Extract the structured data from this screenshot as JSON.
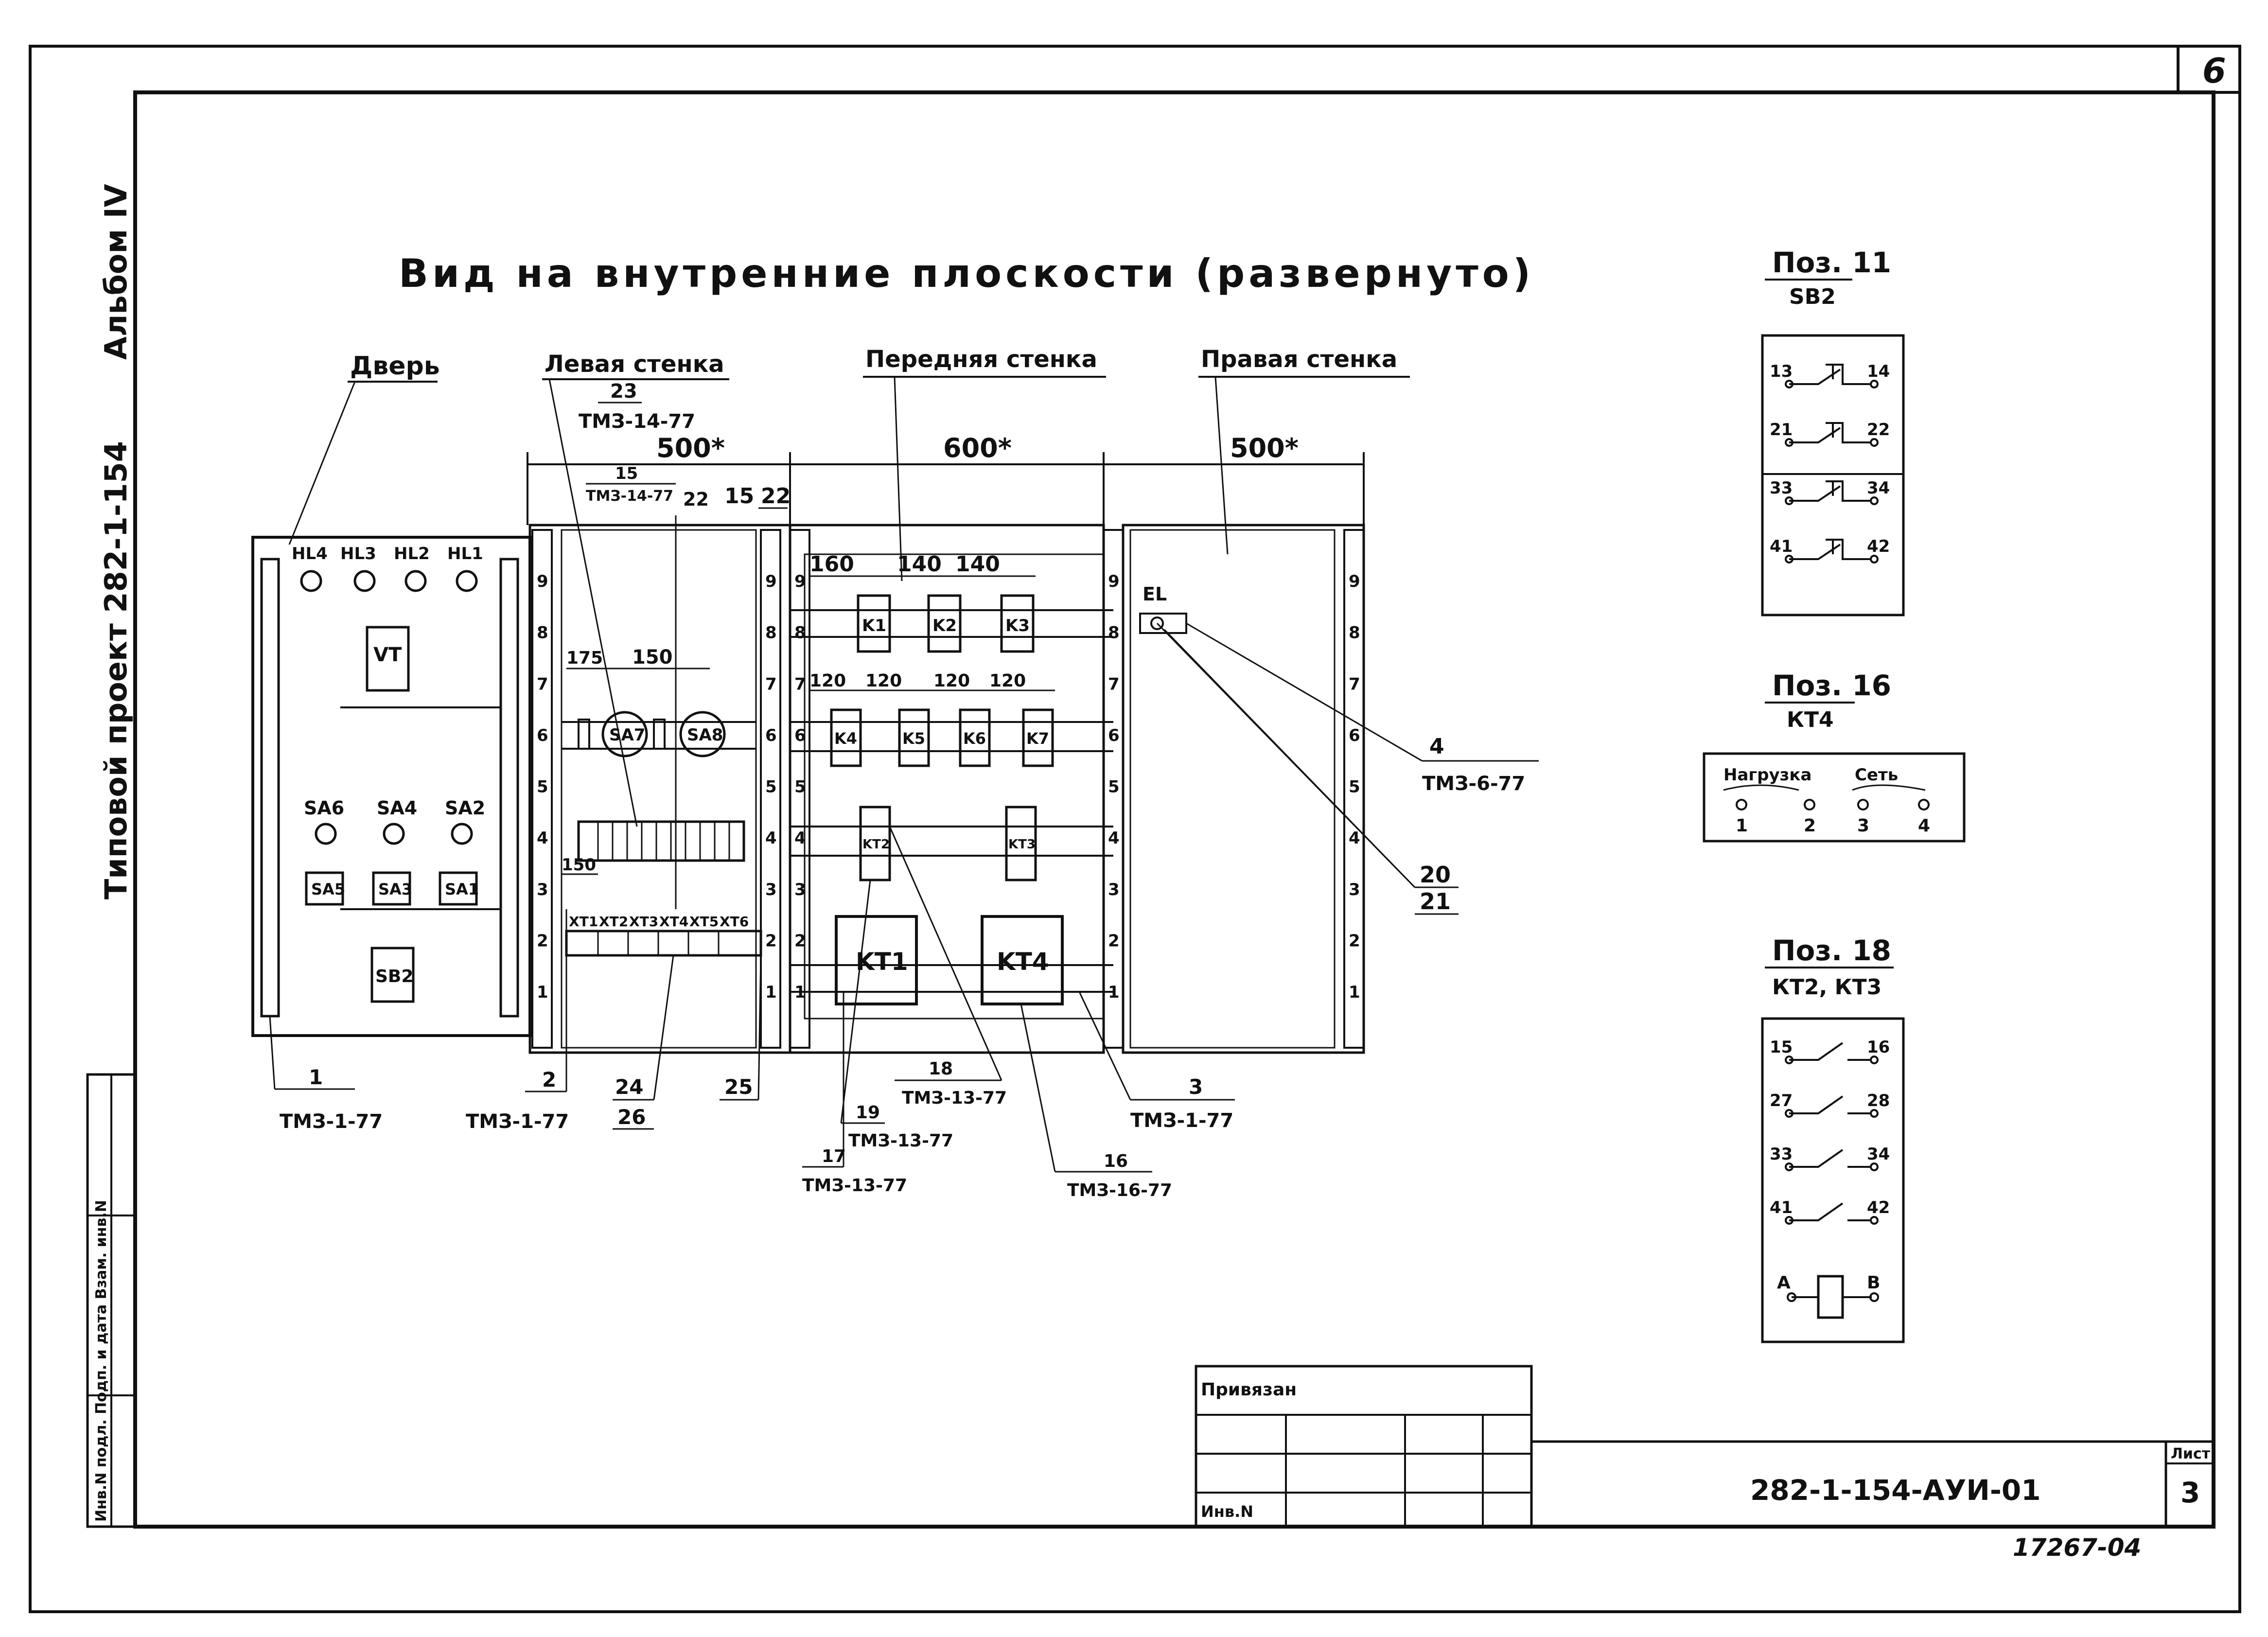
{
  "sheet": {
    "sheet_number": "6",
    "album": "Альбом IV",
    "project": "Типовой проект 282-1-154",
    "side_stamp": "Инв.N подл. Подп. и дата Взам. инв.N",
    "document_code": "282-1-154-АУИ-01",
    "sheet_label": "Лист",
    "sheet_value": "3",
    "archive_number": "17267-04",
    "bound_label": "Привязан",
    "inv_label": "Инв.N"
  },
  "title": "Вид на внутренние плоскости (развернуто)",
  "walls": {
    "door": "Дверь",
    "left": "Левая стенка",
    "front": "Передняя стенка",
    "right": "Правая стенка"
  },
  "dimensions": {
    "left_width": "500*",
    "front_width": "600*",
    "right_width": "500*",
    "d175": "175",
    "d150_top": "150",
    "d150_side": "150",
    "d160": "160",
    "d140a": "140",
    "d140b": "140",
    "d120a": "120",
    "d120b": "120",
    "d120c": "120",
    "d120d": "120"
  },
  "rail_numbers": [
    "1",
    "2",
    "3",
    "4",
    "5",
    "6",
    "7",
    "8",
    "9"
  ],
  "door_panel": {
    "lamps": [
      "HL4",
      "HL3",
      "HL2",
      "HL1"
    ],
    "meter": "VT",
    "switches_top": [
      "SA6",
      "SA4",
      "SA2"
    ],
    "switches_bottom": [
      "SA5",
      "SA3",
      "SA1"
    ],
    "button": "SB2"
  },
  "left_wall": {
    "switches": [
      "SA7",
      "SA8"
    ],
    "terminal_labels": [
      "XT1",
      "XT2",
      "XT3",
      "XT4",
      "XT5",
      "XT6"
    ],
    "callout_23": "23",
    "callout_23_ref": "ТМЗ-14-77",
    "callout_15": "15",
    "callout_15_ref": "ТМЗ-14-77",
    "callout_22": "22",
    "callout_15b": "15",
    "callout_22b": "22"
  },
  "front_wall": {
    "relays_top": [
      "K1",
      "K2",
      "K3"
    ],
    "relays_mid": [
      "K4",
      "K5",
      "K6",
      "K7"
    ],
    "timers_small": [
      "KT2",
      "KT3"
    ],
    "timers_big": [
      "KT1",
      "KT4"
    ]
  },
  "right_wall": {
    "lamp": "EL"
  },
  "callouts": {
    "c1": "1",
    "c1_ref": "ТМЗ-1-77",
    "c2": "2",
    "c2_ref": "ТМЗ-1-77",
    "c24": "24",
    "c26": "26",
    "c25": "25",
    "c17": "17",
    "c17_ref": "ТМЗ-13-77",
    "c19": "19",
    "c19_ref": "ТМЗ-13-77",
    "c18": "18",
    "c18_ref": "ТМЗ-13-77",
    "c16": "16",
    "c16_ref": "ТМЗ-16-77",
    "c3": "3",
    "c3_ref": "ТМЗ-1-77",
    "c4": "4",
    "c4_ref": "ТМЗ-6-77",
    "c20": "20",
    "c21": "21"
  },
  "pos11": {
    "title": "Поз. 11",
    "device": "SB2",
    "contacts": [
      [
        "13",
        "14"
      ],
      [
        "21",
        "22"
      ],
      [
        "33",
        "34"
      ],
      [
        "41",
        "42"
      ]
    ]
  },
  "pos16": {
    "title": "Поз. 16",
    "device": "КТ4",
    "load": "Нагрузка",
    "net": "Сеть",
    "terminals": [
      "1",
      "2",
      "3",
      "4"
    ]
  },
  "pos18": {
    "title": "Поз. 18",
    "device": "КТ2, КТ3",
    "contacts": [
      [
        "15",
        "16"
      ],
      [
        "27",
        "28"
      ],
      [
        "33",
        "34"
      ],
      [
        "41",
        "42"
      ]
    ],
    "coil": [
      "А",
      "В"
    ]
  }
}
